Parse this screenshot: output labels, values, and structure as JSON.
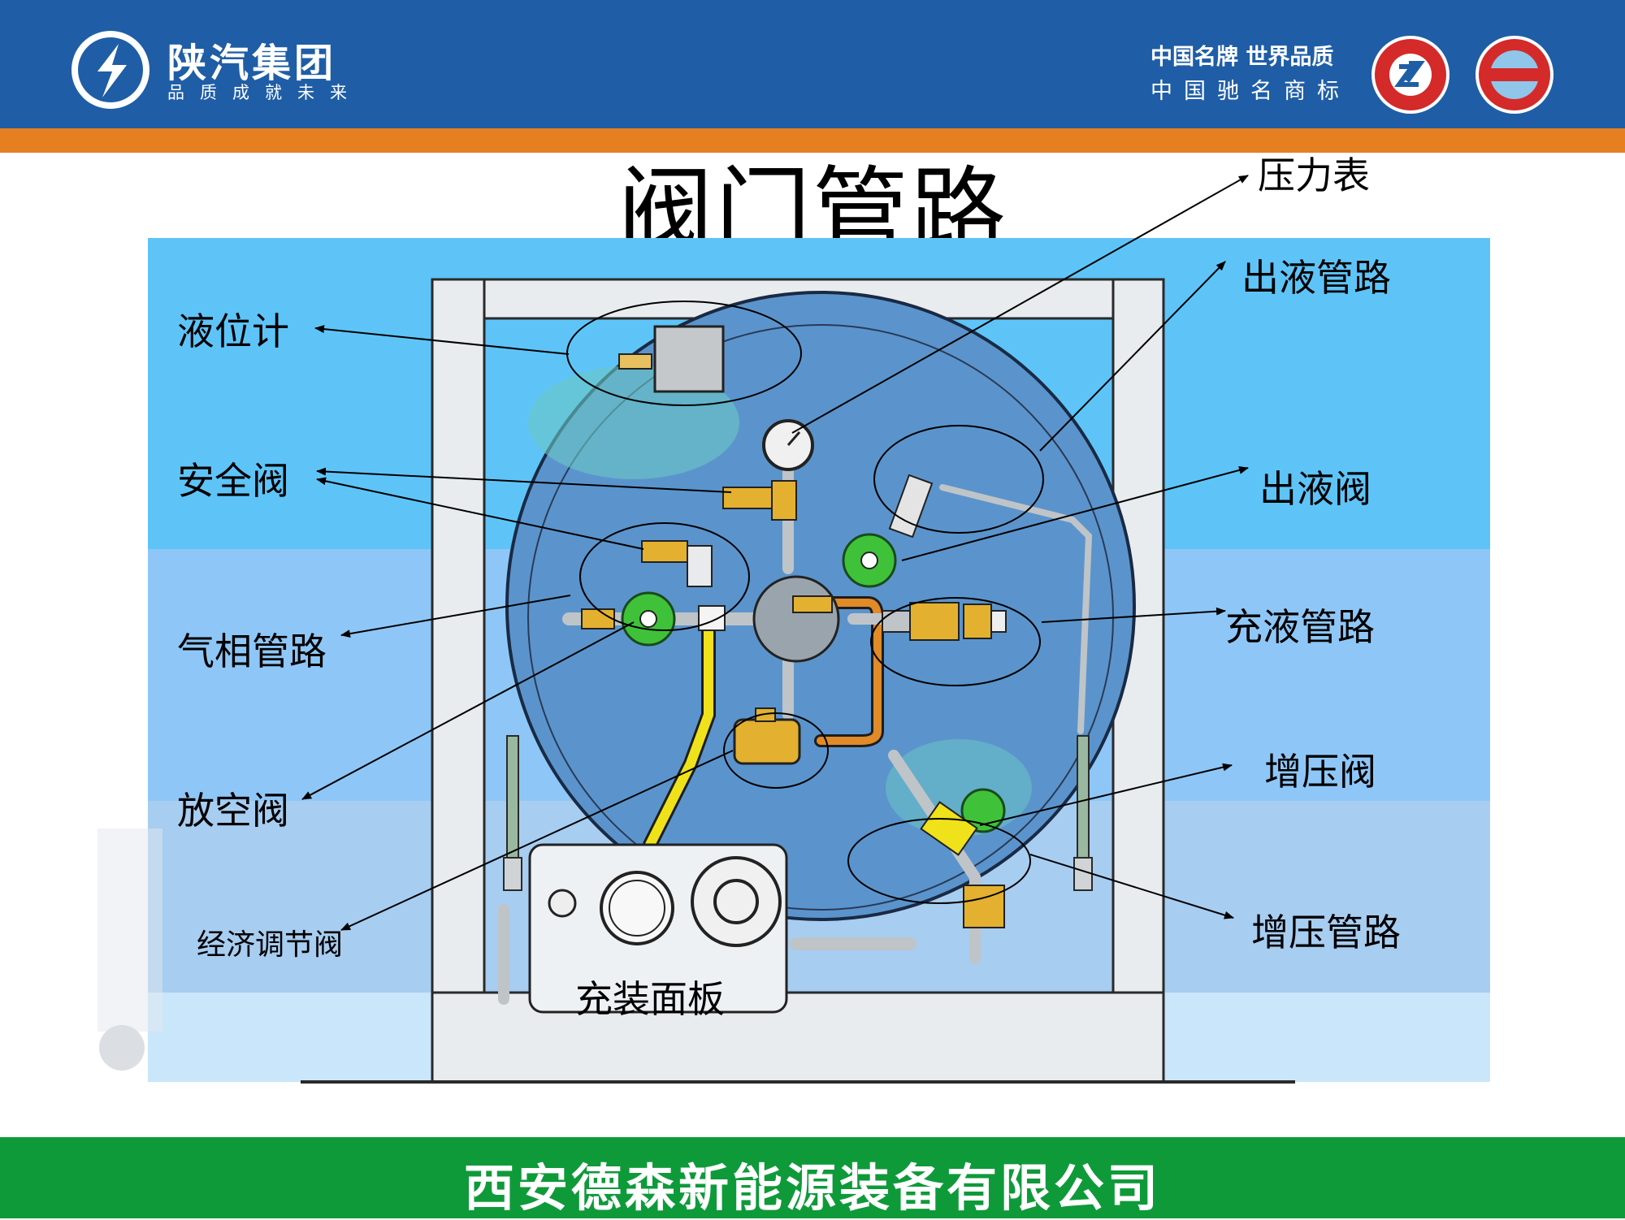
{
  "header": {
    "brand": "陕汽集团",
    "slogan": "品质成就未来",
    "right_line1": "中国名牌  世界品质",
    "right_line2": "中国驰名商标"
  },
  "title": "阀门管路",
  "labels": {
    "pressure_gauge": "压力表",
    "liquid_outlet_line": "出液管路",
    "level_gauge": "液位计",
    "safety_valve": "安全阀",
    "liquid_outlet_valve": "出液阀",
    "gas_phase_line": "气相管路",
    "filling_line": "充液管路",
    "vent_valve": "放空阀",
    "pressure_boost_valve": "增压阀",
    "pressure_boost_line": "增压管路",
    "economizer_valve": "经济调节阀",
    "filling_panel": "充装面板"
  },
  "footer": {
    "company": "西安德森新能源装备有限公司"
  },
  "colors": {
    "header_blue": "#1f5ea6",
    "orange_strip": "#e57f20",
    "footer_green": "#0f9a3a",
    "tank_blue": "#5b94cc",
    "valve_green": "#3fc23a",
    "pipe_yellow": "#f0e21a",
    "pipe_orange": "#e08a28"
  }
}
